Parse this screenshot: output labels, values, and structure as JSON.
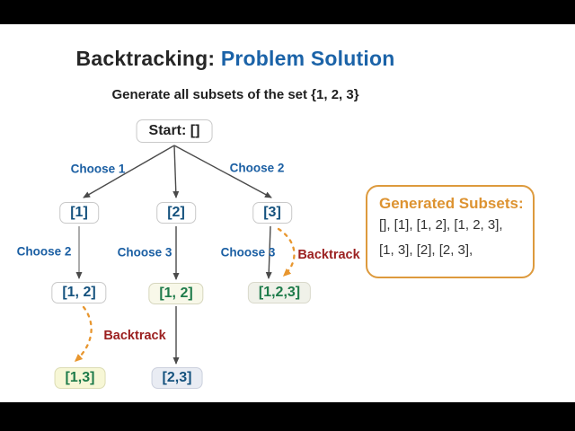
{
  "slide": {
    "title_prefix": "Backtracking:",
    "title_highlight": "Problem Solution",
    "subtitle": "Generate all subsets of the set {1, 2, 3}"
  },
  "tree": {
    "root_label": "Start: []",
    "level1": {
      "n1": "[1]",
      "n2": "[2]",
      "n3": "[3]"
    },
    "level2": {
      "n12_left": "[1, 2]",
      "n12_mid": "[1, 2]",
      "n123": "[1,2,3]"
    },
    "level3": {
      "n13": "[1,3]",
      "n23": "[2,3]"
    },
    "edge_labels": {
      "choose1": "Choose 1",
      "choose2_top": "Choose 2",
      "choose2_left": "Choose 2",
      "choose3_mid": "Choose 3",
      "choose3_right": "Choose 3"
    },
    "backtrack_left": "Backtrack",
    "backtrack_right": "Backtrack"
  },
  "panel": {
    "title": "Generated Subsets:",
    "subsets_line1": "[], [1], [1, 2], [1, 2, 3],",
    "subsets_line2": "[1, 3], [2], [2, 3],"
  },
  "colors": {
    "title_accent_blue": "#1b63a8",
    "node_text_blue": "#15527e",
    "node_text_green": "#1e7b4a",
    "edge_label_blue": "#1b5fa3",
    "backtrack_red": "#9b1f1f",
    "backtrack_arrow_orange": "#e8962e",
    "panel_orange": "#dd9331",
    "panel_border_orange": "#dd9a3d",
    "node_bg_cream": "#f8f8e9",
    "node_bg_yellow": "#f7f7d6",
    "node_bg_blue": "#e9ecf3",
    "node_bg_graygreen": "#f0f1e9"
  }
}
